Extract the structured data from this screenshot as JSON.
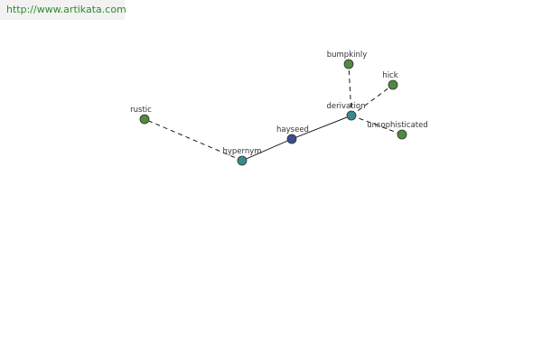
{
  "banner": {
    "url": "http://www.artikata.com",
    "text_color": "#2e8b2e",
    "background": "#f2f2f2"
  },
  "graph": {
    "colors": {
      "root": "#3a4f8a",
      "relation": "#3a8a8a",
      "term": "#4f8a3e",
      "node_stroke": "#2f2f2f",
      "edge": "#000000"
    },
    "nodes": [
      {
        "id": "hayseed",
        "label": "hayseed",
        "kind": "root"
      },
      {
        "id": "hypernym",
        "label": "hypernym",
        "kind": "relation"
      },
      {
        "id": "derivation",
        "label": "derivation",
        "kind": "relation"
      },
      {
        "id": "rustic",
        "label": "rustic",
        "kind": "term"
      },
      {
        "id": "bumpkinly",
        "label": "bumpkinly",
        "kind": "term"
      },
      {
        "id": "hick",
        "label": "hick",
        "kind": "term"
      },
      {
        "id": "unsophisticated",
        "label": "unsophisticated",
        "kind": "term"
      }
    ],
    "edges": [
      {
        "from": "hayseed",
        "to": "hypernym",
        "style": "solid"
      },
      {
        "from": "hayseed",
        "to": "derivation",
        "style": "solid"
      },
      {
        "from": "hypernym",
        "to": "rustic",
        "style": "dashed"
      },
      {
        "from": "derivation",
        "to": "bumpkinly",
        "style": "dashed"
      },
      {
        "from": "derivation",
        "to": "hick",
        "style": "dashed"
      },
      {
        "from": "derivation",
        "to": "unsophisticated",
        "style": "dashed"
      }
    ]
  }
}
